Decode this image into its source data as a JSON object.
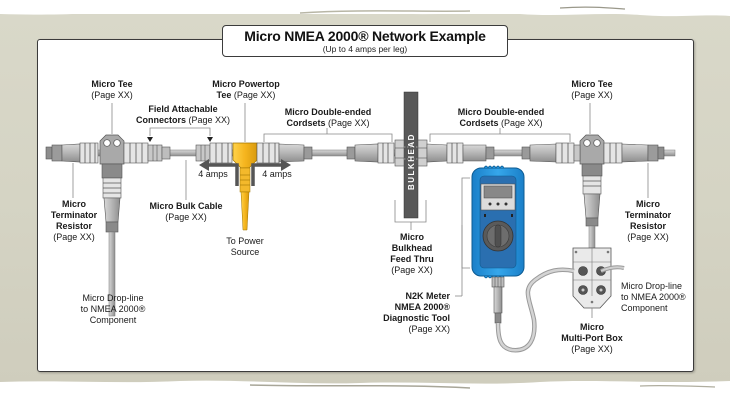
{
  "title": "Micro NMEA 2000® Network Example",
  "subtitle": "(Up to 4 amps per leg)",
  "colors": {
    "background": "#d7d6c7",
    "panel": "#ffffff",
    "cable": "#b9b9b9",
    "power_tee": "#f2b92a",
    "meter_body": "#1f8fd6",
    "bulkhead": "#555555",
    "leader_line": "#888888"
  },
  "labels": {
    "micro_tee_left": {
      "name": "Micro Tee",
      "page": "(Page XX)"
    },
    "micro_powertop_tee": {
      "name": "Micro Powertop",
      "name2": "Tee",
      "page": "(Page XX)"
    },
    "field_attachable": {
      "name": "Field Attachable",
      "name2": "Connectors",
      "page": "(Page XX)"
    },
    "double_ended_left": {
      "name": "Micro Double-ended",
      "name2": "Cordsets",
      "page": "(Page XX)"
    },
    "double_ended_right": {
      "name": "Micro Double-ended",
      "name2": "Cordsets",
      "page": "(Page XX)"
    },
    "micro_tee_right": {
      "name": "Micro Tee",
      "page": "(Page XX)"
    },
    "terminator_left": {
      "name": "Micro",
      "name2": "Terminator",
      "name3": "Resistor",
      "page": "(Page XX)"
    },
    "terminator_right": {
      "name": "Micro",
      "name2": "Terminator",
      "name3": "Resistor",
      "page": "(Page XX)"
    },
    "bulk_cable": {
      "name": "Micro Bulk Cable",
      "page": "(Page XX)"
    },
    "amps_left": "4 amps",
    "amps_right": "4 amps",
    "power_source": {
      "line1": "To Power",
      "line2": "Source"
    },
    "drop_line_left": {
      "line1": "Micro Drop-line",
      "line2": "to NMEA 2000®",
      "line3": "Component"
    },
    "bulkhead_feed": {
      "name": "Micro",
      "name2": "Bulkhead",
      "name3": "Feed Thru",
      "page": "(Page XX)"
    },
    "bulkhead_text": "BULKHEAD",
    "n2k_meter": {
      "name": "N2K Meter",
      "name2": "NMEA 2000®",
      "name3": "Diagnostic Tool",
      "page": "(Page XX)"
    },
    "drop_line_right": {
      "line1": "Micro Drop-line",
      "line2": "to NMEA 2000®",
      "line3": "Component"
    },
    "multi_port": {
      "name": "Micro",
      "name2": "Multi-Port Box",
      "page": "(Page XX)"
    }
  }
}
